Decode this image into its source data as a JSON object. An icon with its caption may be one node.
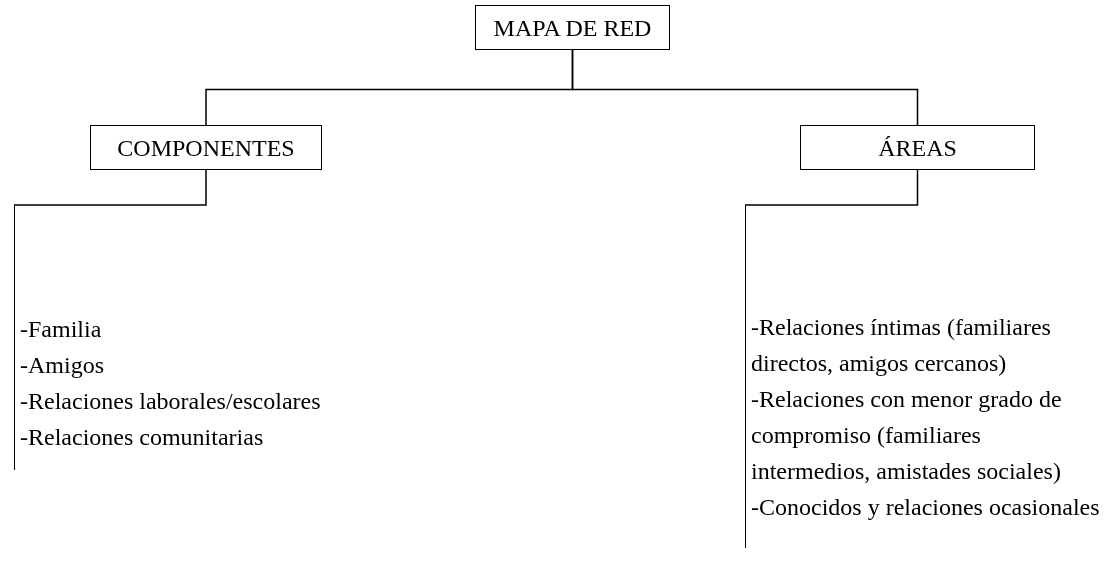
{
  "diagram": {
    "nodes": [
      {
        "text": [
          "MAPA DE RED"
        ]
      },
      {
        "text": [
          "COMPONENTES"
        ]
      },
      {
        "text": [
          "ÁREAS"
        ]
      },
      {
        "text": [
          "-Familia",
          "-Amigos",
          "-Relaciones laborales/escolares",
          "-Relaciones comunitarias"
        ]
      },
      {
        "text": [
          "-Relaciones íntimas (familiares directos, amigos cercanos)",
          "-Relaciones con menor grado de compromiso (familiares intermedios, amistades sociales)",
          "-Conocidos y relaciones ocasionales"
        ]
      }
    ],
    "edges": [
      {
        "from": 0,
        "to": 1,
        "arrow": "none"
      },
      {
        "from": 0,
        "to": 2,
        "arrow": "none"
      },
      {
        "from": 1,
        "to": 3,
        "arrow": "none"
      },
      {
        "from": 2,
        "to": 4,
        "arrow": "none"
      }
    ]
  }
}
